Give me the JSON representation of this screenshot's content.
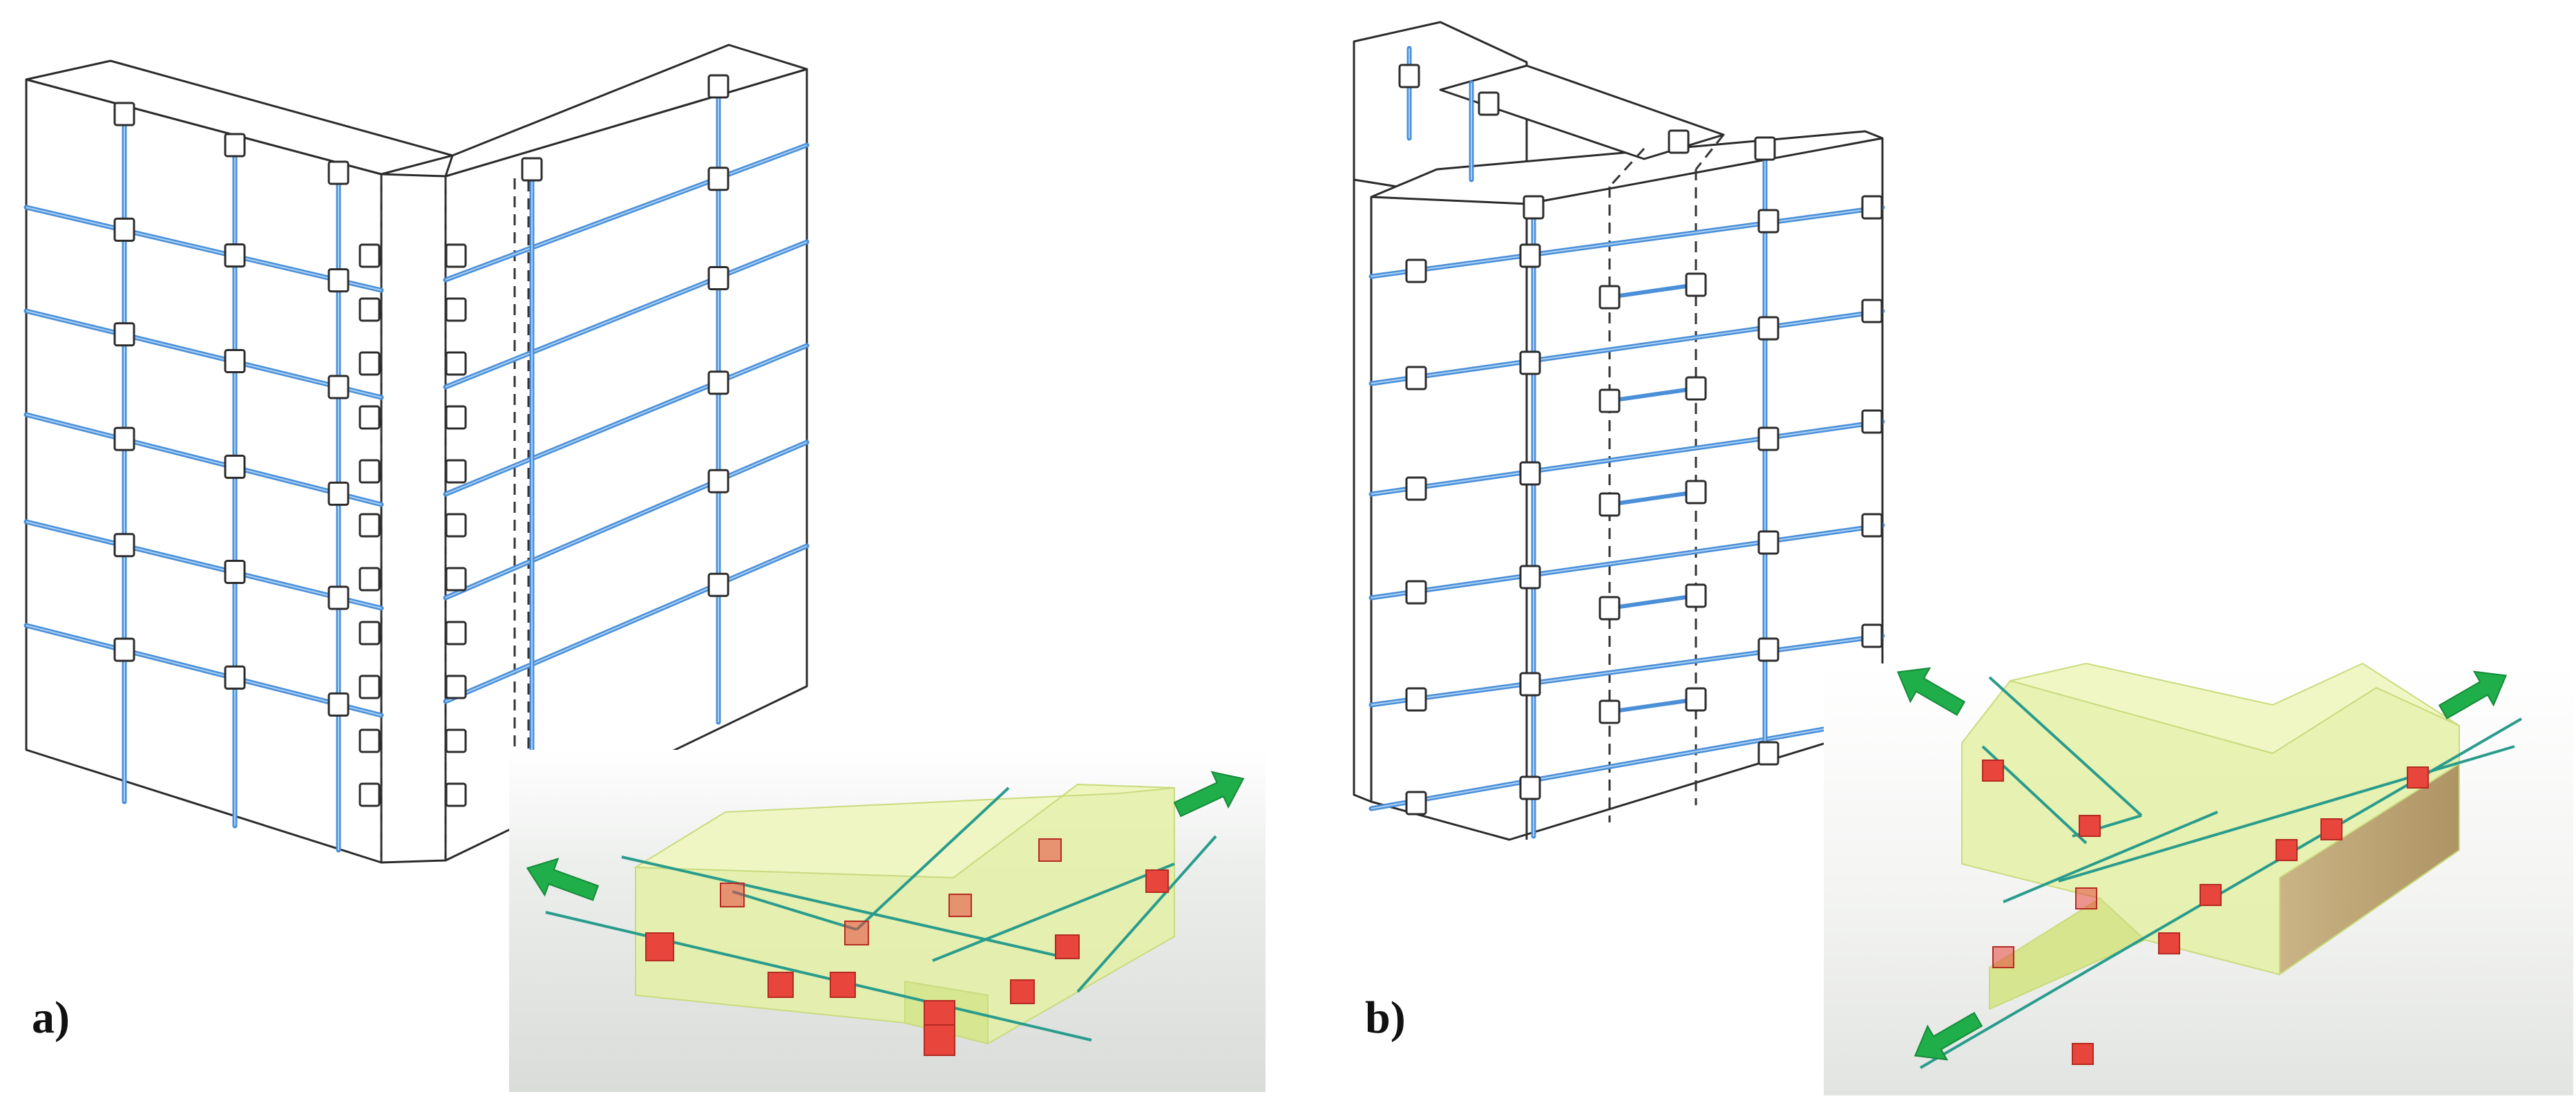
{
  "figure": {
    "panels": [
      {
        "id": "a",
        "label": "a)",
        "joint_type": "L-shaped corner"
      },
      {
        "id": "b",
        "label": "b)",
        "joint_type": "T-shaped junction"
      }
    ]
  },
  "colors": {
    "outline": "#2b2b2b",
    "strap": "#4a8fd8",
    "strap_highlight": "#a9d0f5",
    "dashed_joint": "#333333",
    "block_translucent": "#e4f0a6",
    "block_edge": "#c9db7e",
    "bar": "#2a9c8c",
    "plate": "#e8453c",
    "arrow": "#1fae4a",
    "inset_bg": "#e6e8e6",
    "wood_face": "#b79a6c"
  },
  "icons": [
    "tension-arrow-icon"
  ]
}
